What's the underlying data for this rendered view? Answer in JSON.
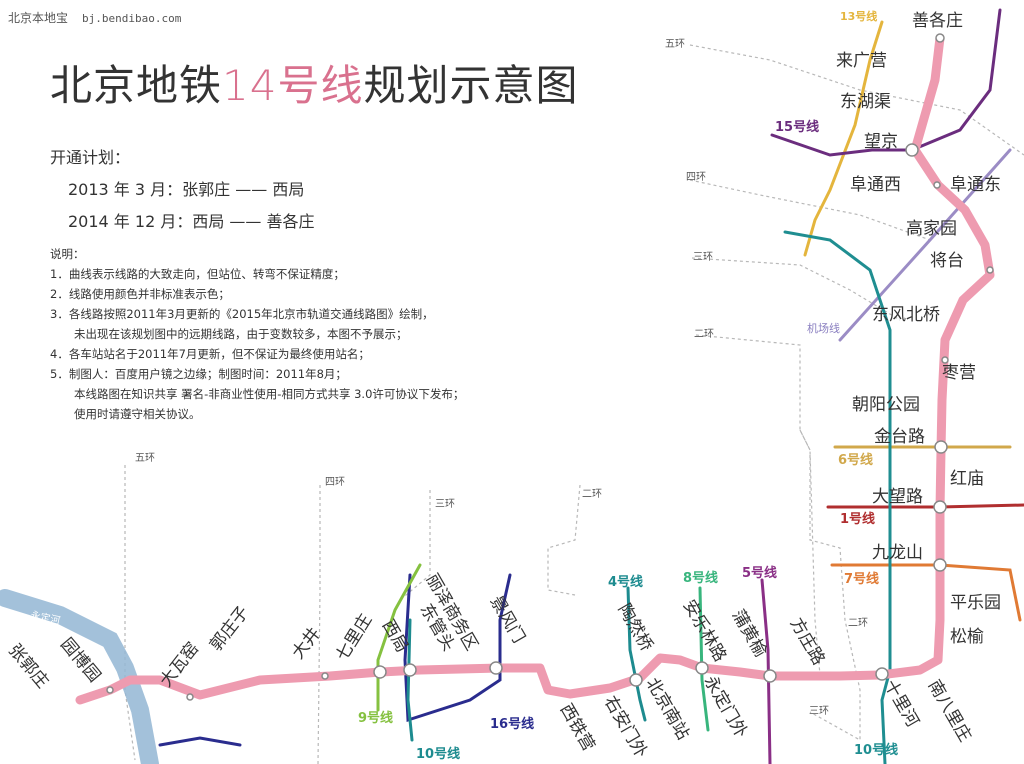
{
  "source": {
    "site": "北京本地宝",
    "url": "bj.bendibao.com"
  },
  "title": {
    "prefix": "北京地铁",
    "highlight": "14号线",
    "suffix": "规划示意图"
  },
  "schedule": {
    "heading": "开通计划：",
    "rows": [
      "2013 年  3  月：张郭庄 —— 西局",
      "2014 年 12 月：西局 —— 善各庄"
    ]
  },
  "notes": {
    "heading": "说明：",
    "items": [
      "1．曲线表示线路的大致走向，但站位、转弯不保证精度；",
      "2．线路使用颜色并非标准表示色；",
      "3．各线路按照2011年3月更新的《2015年北京市轨道交通线路图》绘制，",
      "4．各车站站名于2011年7月更新，但不保证为最终使用站名；",
      "5．制图人：百度用户镜之边缘；制图时间：2011年8月；"
    ],
    "item3_cont": "未出现在该规划图中的远期线路，由于变数较多，本图不予展示；",
    "item5_cont1": "本线路图在知识共享 署名-非商业性使用-相同方式共享 3.0许可协议下发布；",
    "item5_cont2": "使用时请遵守相关协议。"
  },
  "ring_roads": {
    "r5": "五环",
    "r4": "四环",
    "r3": "三环",
    "r2": "二环"
  },
  "river": "永定河",
  "lines": {
    "l13": "13号线",
    "l15": "15号线",
    "airport": "机场线",
    "l6": "6号线",
    "l1": "1号线",
    "l7": "7号线",
    "l9": "9号线",
    "l10a": "10号线",
    "l16": "16号线",
    "l4": "4号线",
    "l8": "8号线",
    "l5": "5号线",
    "l10b": "10号线"
  },
  "stations": {
    "shangezhuang": "善各庄",
    "laiguangying": "来广营",
    "donghuqu": "东湖渠",
    "wangjing": "望京",
    "futongxi": "阜通西",
    "futongdong": "阜通东",
    "gaojiayuan": "高家园",
    "jiangtai": "将台",
    "dongfengbeiqiao": "东风北桥",
    "zaoying": "枣营",
    "chaoyanggongyuan": "朝阳公园",
    "jintailu": "金台路",
    "honghmiao": "红庙",
    "dawanglu": "大望路",
    "jiulongshan": "九龙山",
    "pingleyuan": "平乐园",
    "songyu": "松榆",
    "nanbalizhuang": "南八里庄",
    "shilihe": "十里河",
    "fangzhuanglu": "方庄路",
    "puhuangyu": "蒲黄榆",
    "yongdingmenwai": "永定门外",
    "anlelinlu": "安乐林路",
    "taoranqiao": "陶然桥",
    "beijingnanzhan": "北京南站",
    "youanmenwai": "右安门外",
    "xitieying": "西铁营",
    "jingfengmen": "景风门",
    "lizeshangwuqu": "丽泽商务区",
    "dongguantou": "东管头",
    "xiju": "西局",
    "qilizhuang": "七里庄",
    "dajing": "大井",
    "guozhuangzi": "郭庄子",
    "dawayao": "大瓦窑",
    "yuanboyuan": "园博园",
    "zhangguozhuang": "张郭庄"
  }
}
